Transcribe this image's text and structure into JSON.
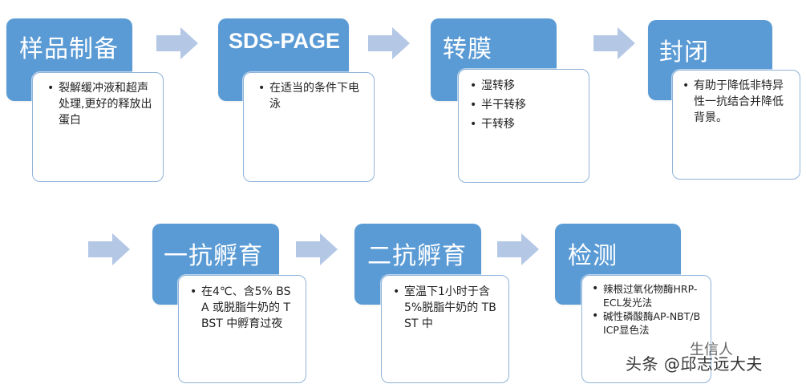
{
  "steps": [
    {
      "title": "样品制备",
      "items": [
        "裂解缓冲液和超声处理,更好的释放出蛋白"
      ]
    },
    {
      "title": "SDS-PAGE",
      "items": [
        "在适当的条件下电泳"
      ]
    },
    {
      "title": "转膜",
      "items": [
        "湿转移",
        "半干转移",
        "干转移"
      ]
    },
    {
      "title": "封闭",
      "items": [
        "有助于降低非特异性一抗结合并降低背景。"
      ]
    },
    {
      "title": "一抗孵育",
      "items": [
        "在4℃、含5% BSA 或脱脂牛奶的 TBST 中孵育过夜"
      ]
    },
    {
      "title": "二抗孵育",
      "items": [
        "室温下1小时于含5%脱脂牛奶的 TBST 中"
      ]
    },
    {
      "title": "检测",
      "items": [
        "辣根过氧化物酶HRP-ECL发光法",
        "碱性磷酸酶AP-NBT/BICP显色法"
      ]
    }
  ],
  "watermark": "头条 @邱志远大夫",
  "watermark_logo": "生信人",
  "colors": {
    "title_bg": "#5b9bd5",
    "arrow": "#b4c8e6",
    "desc_border": "#8fb3d9"
  }
}
